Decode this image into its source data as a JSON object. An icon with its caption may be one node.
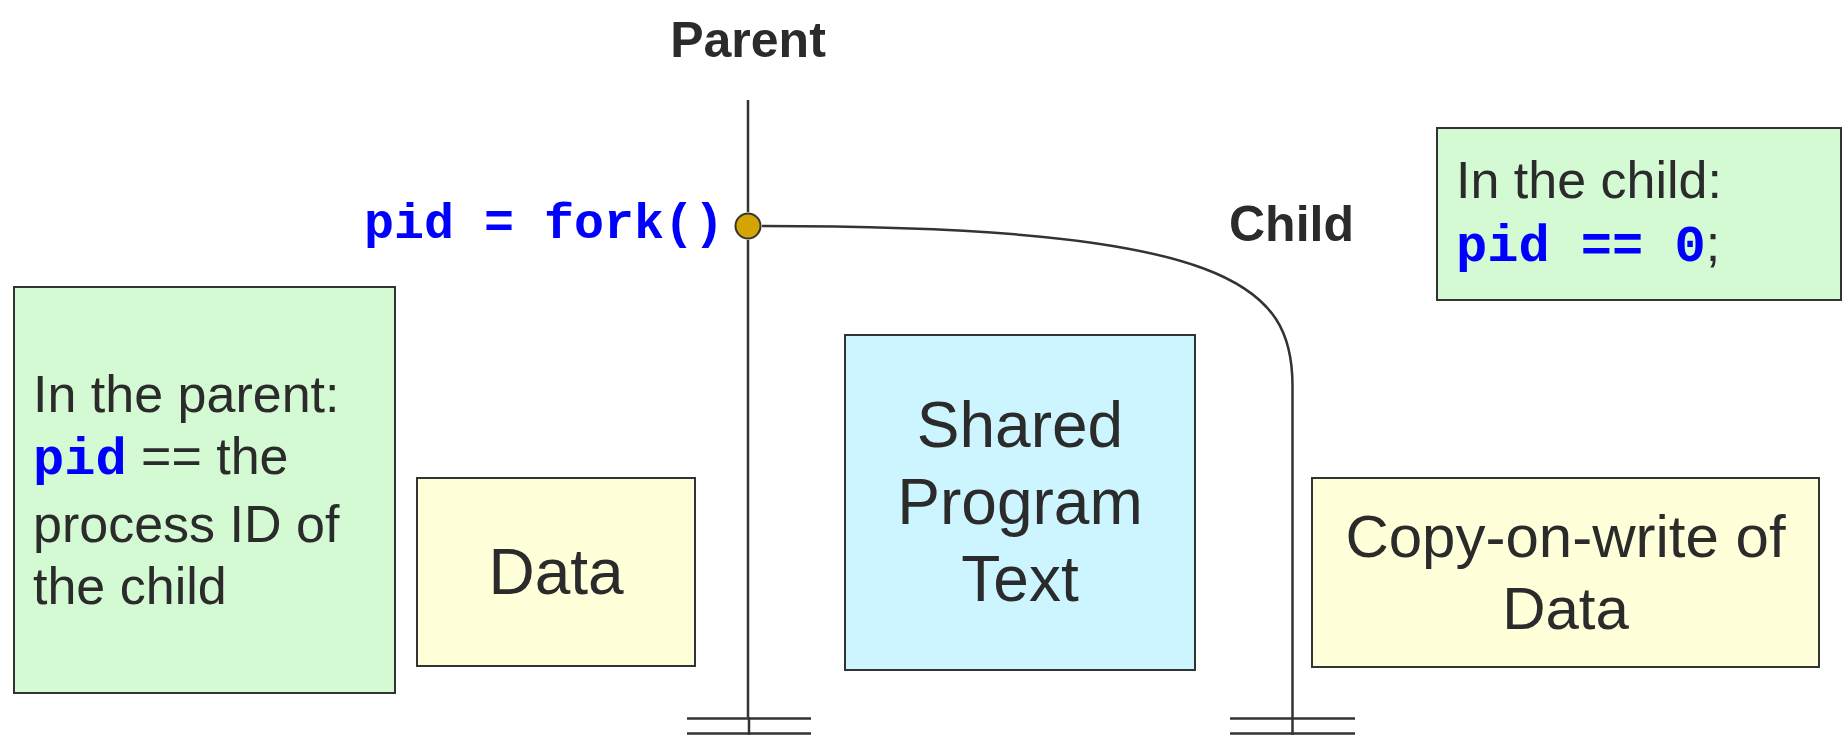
{
  "diagram": {
    "nodes": [
      {
        "text": [
          "Parent"
        ]
      },
      {
        "text": [],
        "shape": "circle",
        "beside": [
          "pid = fork()"
        ]
      },
      {
        "text": [
          "In the child:",
          "**pid == 0**;"
        ]
      },
      {
        "text": [
          "In the parent:",
          "**pid** == the process ID of the child"
        ]
      },
      {
        "text": [
          "Data"
        ]
      },
      {
        "text": [
          "Shared Program Text"
        ]
      },
      {
        "text": [
          "Copy-on-write of Data"
        ]
      },
      {
        "text": [],
        "shape": "bar"
      },
      {
        "text": [],
        "shape": "bar"
      }
    ],
    "edges": [
      {
        "from": 0,
        "to": 1,
        "arrow": "none"
      },
      {
        "from": 1,
        "to": 7,
        "arrow": "none"
      },
      {
        "from": 1,
        "to": 8,
        "arrow": "none"
      }
    ],
    "labels": [
      "Child"
    ]
  }
}
